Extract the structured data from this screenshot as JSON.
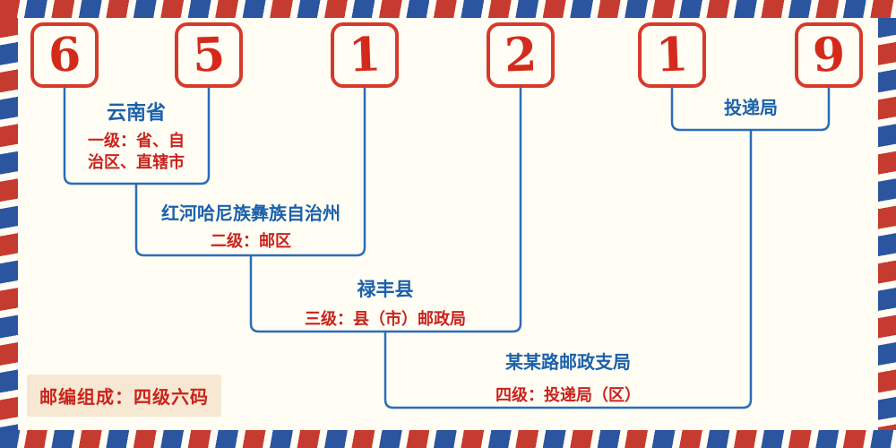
{
  "postal_code": {
    "digits": [
      "6",
      "5",
      "1",
      "2",
      "1",
      "9"
    ]
  },
  "levels": [
    {
      "name": "云南省",
      "desc": "一级：省、自治区、直辖市"
    },
    {
      "name": "红河哈尼族彝族自治州",
      "desc": "二级：邮区"
    },
    {
      "name": "禄丰县",
      "desc": "三级：县（市）邮政局"
    },
    {
      "name": "某某路邮政支局",
      "desc": "四级：投递局（区）"
    },
    {
      "name": "投递局",
      "desc": ""
    }
  ],
  "footer": {
    "composition": "邮编组成：四级六码"
  },
  "colors": {
    "digit_red": "#d42a1c",
    "box_border_red": "#d63a2b",
    "text_red": "#c9231c",
    "text_blue": "#1c61ac",
    "line_blue": "#2a6db8",
    "stripe_red": "#c63b30",
    "stripe_blue": "#2c55a0",
    "background": "#fffdf4",
    "footer_bg": "#f6e8d2"
  }
}
